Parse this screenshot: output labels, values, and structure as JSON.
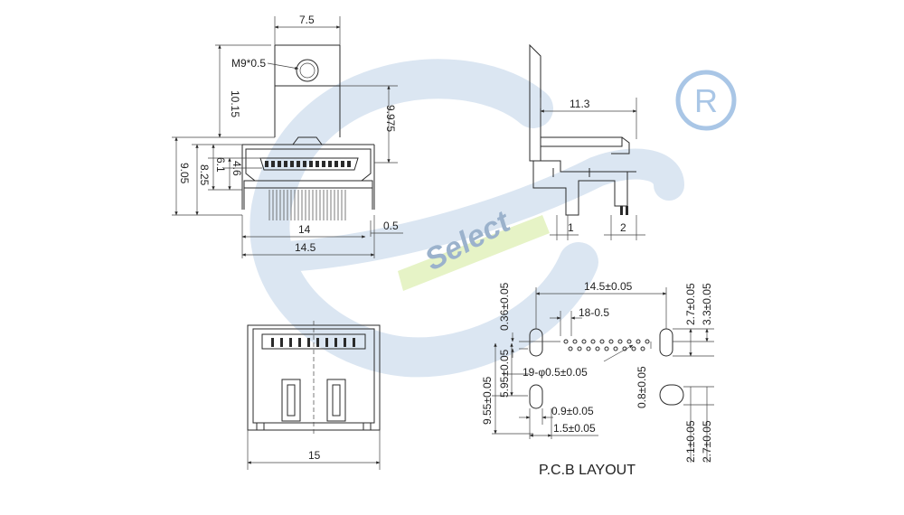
{
  "watermark": {
    "brand_text": "Select",
    "registered_mark": "R",
    "colors": {
      "ring": "#dbe6f2",
      "band": "#e6f3c6",
      "brand_text": "#9bb2cc",
      "registered": "#a9c6e6"
    }
  },
  "side_view": {
    "dims": {
      "top_width": "7.5",
      "thread": "M9*0.5",
      "tab_height": "10.15",
      "tab_to_body": "9.975",
      "h_9_05": "9.05",
      "h_8_25": "8.25",
      "h_6_1": "6.1",
      "h_4_6": "4.6",
      "offset": "0.5",
      "width_14": "14",
      "width_14_5": "14.5"
    }
  },
  "profile_view": {
    "dims": {
      "depth": "11.3",
      "pin_1": "1",
      "pin_2": "2"
    }
  },
  "front_view": {
    "dims": {
      "width": "15"
    }
  },
  "pcb_layout": {
    "title": "P.C.B LAYOUT",
    "dims": {
      "span": "14.5±0.05",
      "pitch": "18-0.5",
      "holes": "19-φ0.5±0.05",
      "pad_offset": "0.36±0.05",
      "row_5_95": "5.95±0.05",
      "row_9_55": "9.55±0.05",
      "slot_0_8": "0.8±0.05",
      "slot_0_9": "0.9±0.05",
      "slot_1_5": "1.5±0.05",
      "right_2_7_top": "2.7±0.05",
      "right_3_3": "3.3±0.05",
      "right_2_1": "2.1±0.05",
      "right_2_7_bottom": "2.7±0.05"
    }
  }
}
